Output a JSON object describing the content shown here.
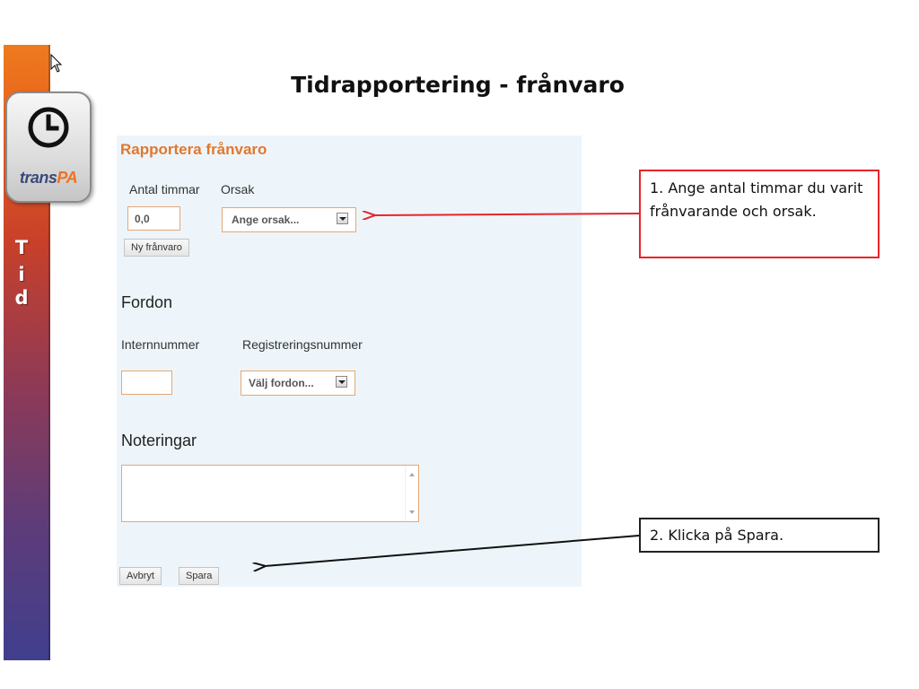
{
  "slide": {
    "title": "Tidrapportering - frånvaro"
  },
  "sidebar": {
    "logo_text_trans": "trans",
    "logo_text_pa": "PA",
    "vertical_letters": [
      "T",
      "i",
      "d"
    ],
    "colors": {
      "top": "#ee7a1e",
      "bottom": "#403f8e"
    }
  },
  "form": {
    "heading": "Rapportera frånvaro",
    "absence": {
      "hours_label": "Antal timmar",
      "reason_label": "Orsak",
      "hours_value": "0,0",
      "reason_selected": "Ange orsak...",
      "new_absence_button": "Ny frånvaro"
    },
    "vehicle": {
      "heading": "Fordon",
      "internal_number_label": "Internnummer",
      "internal_number_value": "",
      "registration_label": "Registreringsnummer",
      "registration_selected": "Välj fordon..."
    },
    "notes": {
      "heading": "Noteringar",
      "value": ""
    },
    "buttons": {
      "cancel": "Avbryt",
      "save": "Spara"
    },
    "colors": {
      "heading": "#e0782e",
      "panel_bg": "#edf5fa",
      "field_border": "#e3a874"
    }
  },
  "callouts": {
    "step1": "1. Ange antal timmar du varit frånvarande och orsak.",
    "step2": "2. Klicka på Spara.",
    "colors": {
      "step1_border": "#e8242b",
      "step2_border": "#222222"
    }
  }
}
